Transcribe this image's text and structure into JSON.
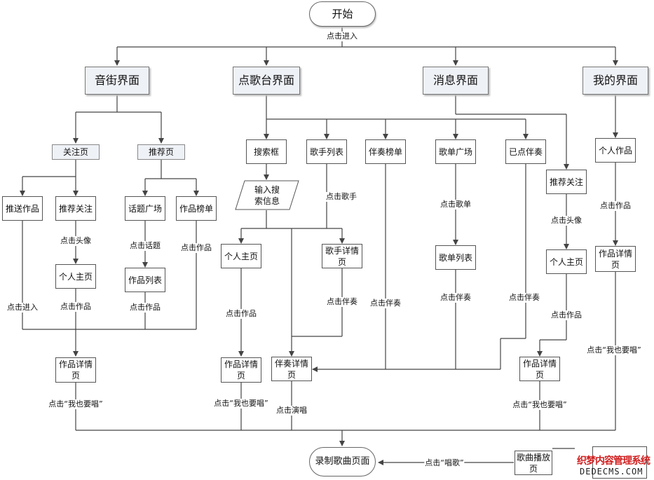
{
  "nodes": {
    "start": "开始",
    "yinjie": "音街界面",
    "diange": "点歌台界面",
    "xiaoxi": "消息界面",
    "wode": "我的界面",
    "guanzhu_page": "关注页",
    "tuijian_page": "推荐页",
    "tuisong": "推送作品",
    "tuijian_guanzhu_1": "推荐关注",
    "huati": "话题广场",
    "zuopin_bang": "作品榜单",
    "geren_zhuye_1": "个人主页",
    "zuopin_liebiao": "作品列表",
    "zuopin_xq_1": "作品详情\n页",
    "sousuo": "搜索框",
    "geshou_liebiao": "歌手列表",
    "banzou_bang": "伴奏榜单",
    "gedan_guangchang": "歌单广场",
    "yidian": "已点伴奏",
    "shuru": "输入搜\n索信息",
    "geren_zhuye_2": "个人主页",
    "geshou_xq": "歌手详情\n页",
    "gedan_liebiao": "歌单列表",
    "zuopin_xq_2": "作品详情\n页",
    "banzou_xq": "伴奏详情\n页",
    "tuijian_guanzhu_2": "推荐关注",
    "geren_zhuye_3": "个人主页",
    "zuopin_xq_3": "作品详情\n页",
    "geren_zuopin": "个人作品",
    "zuopin_xq_4": "作品详情\n页",
    "luzhi": "录制歌曲页面",
    "bofang": "歌曲播放\n页"
  },
  "labels": {
    "click_enter_top": "点击进入",
    "click_avatar_1": "点击头像",
    "click_topic": "点击话题",
    "click_work_bang": "点击作品",
    "click_enter_left": "点击进入",
    "click_work_1": "点击作品",
    "click_work_2": "点击作品",
    "sing_1": "点击“我也要唱”",
    "click_singer": "点击歌手",
    "click_work_3": "点击作品",
    "click_accomp_1": "点击伴奏",
    "click_accomp_2": "点击伴奏",
    "click_gedan": "点击歌单",
    "click_accomp_3": "点击伴奏",
    "click_accomp_4": "点击伴奏",
    "sing_2": "点击“我也要唱”",
    "click_perform": "点击演唱",
    "click_avatar_2": "点击头像",
    "click_work_4": "点击作品",
    "sing_3": "点击“我也要唱”",
    "click_work_5": "点击作品",
    "sing_4": "点击“我也要唱”",
    "click_changge": "点击“唱歌”"
  },
  "watermark": {
    "line1": "织梦内容管理系统",
    "line2": "DEDECMS.COM"
  },
  "colors": {
    "line": "#444444",
    "box_fill": "#eef1f6",
    "watermark_red": "#d02020"
  }
}
